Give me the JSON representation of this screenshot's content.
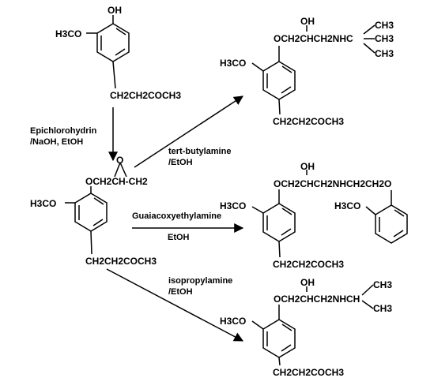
{
  "colors": {
    "ink": "#000000",
    "background": "#ffffff"
  },
  "compounds": {
    "starting_material": {
      "oh": "OH",
      "methoxy": "H3CO",
      "side_chain": "CH2CH2COCH3"
    },
    "epoxide_intermediate": {
      "ether_chain": "OCH2CH-CH2",
      "epoxide_o": "O",
      "methoxy": "H3CO",
      "side_chain": "CH2CH2COCH3"
    },
    "tert_butyl_product": {
      "oh": "OH",
      "chain": "OCH2CHCH2NHC",
      "ch3_top": "CH3",
      "ch3_mid": "CH3",
      "ch3_bottom": "CH3",
      "methoxy": "H3CO",
      "side_chain": "CH2CH2COCH3"
    },
    "guaiacoxy_product": {
      "oh": "OH",
      "chain": "OCH2CHCH2NHCH2CH2O",
      "methoxy": "H3CO",
      "second_methoxy": "H3CO",
      "side_chain": "CH2CH2COCH3"
    },
    "isopropyl_product": {
      "oh": "OH",
      "chain": "OCH2CHCH2NHCH",
      "ch3_top": "CH3",
      "ch3_bottom": "CH3",
      "methoxy": "H3CO",
      "side_chain": "CH2CH2COCH3"
    }
  },
  "conditions": {
    "step1_line1": "Epichlorohydrin",
    "step1_line2": "/NaOH, EtOH",
    "tert_line1": "tert-butylamine",
    "tert_line2": "/EtOH",
    "guaiac_line1": "Guaiacoxyethylamine",
    "guaiac_line2": "EtOH",
    "iso_line1": "isopropylamine",
    "iso_line2": "/EtOH"
  }
}
